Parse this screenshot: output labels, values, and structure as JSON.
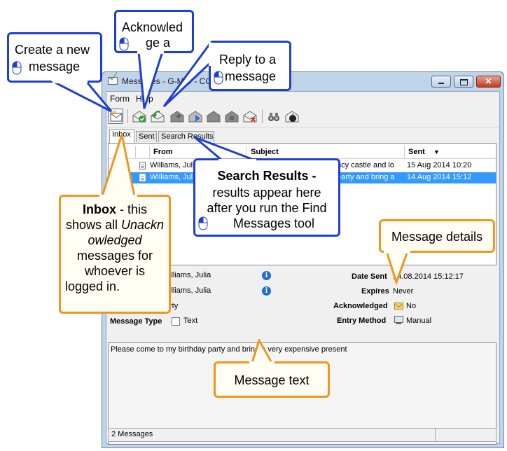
{
  "window": {
    "title": "Messages - G-MW - CG"
  },
  "menu": {
    "form": "Form",
    "help": "Help"
  },
  "tabs": {
    "inbox": "Inbox",
    "sent": "Sent",
    "search_results": "Search Results"
  },
  "grid": {
    "columns": {
      "from": "From",
      "subject": "Subject",
      "sent": "Sent",
      "sort_arrow": "▼"
    },
    "rows": [
      {
        "from": "Williams, Julia",
        "subject": "ncy castle and lo",
        "sent": "15 Aug 2014 10:20"
      },
      {
        "from": "Williams, Juli",
        "subject": "party and bring a",
        "sent": "14 Aug 2014 15:12"
      }
    ]
  },
  "detail": {
    "from_value": "illiams, Julia",
    "to_value": "illiams, Julia",
    "group_value": "rty",
    "message_type_label": "Message Type",
    "message_type_value": "Text",
    "date_sent_label": "Date Sent",
    "date_sent_value": "14.08.2014 15:12:17",
    "expires_label": "Expires",
    "expires_value": "Never",
    "acknowledged_label": "Acknowledged",
    "acknowledged_value": "No",
    "entry_method_label": "Entry Method",
    "entry_method_value": "Manual",
    "info_glyph": "i"
  },
  "message_text": "Please come to my birthday party and bring a very expensive present",
  "status": {
    "count": "2 Messages"
  },
  "callouts": {
    "create": {
      "line1": "Create a new",
      "line2": "message"
    },
    "ack": {
      "line1": "Acknowled",
      "line2": "ge a"
    },
    "reply": {
      "line1": "Reply to a",
      "line2": "message"
    },
    "search": {
      "title": "Search Results",
      "dash": " -",
      "line1": "results appear here",
      "line2": "after you run the Find",
      "line3": "Messages tool"
    },
    "inbox": {
      "title": "Inbox",
      "dash": " - this",
      "line1": "shows all",
      "italic1": "Unackn",
      "italic2": "owledged",
      "line2": "messages for",
      "line3": "whoever is",
      "line4": "logged in."
    },
    "details": {
      "text": "Message details"
    },
    "msgtext": {
      "text": "Message text"
    }
  },
  "colors": {
    "callout_blue": "#1f3fd0",
    "callout_orange": "#f0961c",
    "selection": "#3399ff"
  }
}
